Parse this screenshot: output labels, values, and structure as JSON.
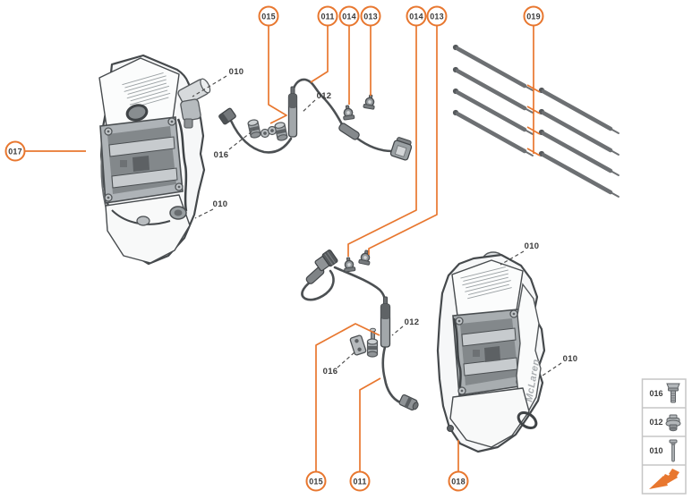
{
  "accent_color": "#e8772f",
  "callouts": [
    {
      "label": "015"
    },
    {
      "label": "011"
    },
    {
      "label": "014"
    },
    {
      "label": "013"
    },
    {
      "label": "014"
    },
    {
      "label": "013"
    },
    {
      "label": "019"
    },
    {
      "label": "017"
    },
    {
      "label": "015"
    },
    {
      "label": "011"
    },
    {
      "label": "018"
    }
  ],
  "part_labels": [
    {
      "text": "010"
    },
    {
      "text": "012"
    },
    {
      "text": "016"
    },
    {
      "text": "010"
    },
    {
      "text": "010"
    },
    {
      "text": "010"
    },
    {
      "text": "012"
    },
    {
      "text": "016"
    }
  ],
  "calipers": {
    "right_brand_text": "McLaren"
  },
  "legend": {
    "rows": [
      {
        "code": "016",
        "icon": "hex-bolt-icon"
      },
      {
        "code": "012",
        "icon": "flange-nut-icon"
      },
      {
        "code": "010",
        "icon": "pin-bolt-icon"
      },
      {
        "code": "",
        "icon": "ramp-arrow-icon"
      }
    ]
  }
}
